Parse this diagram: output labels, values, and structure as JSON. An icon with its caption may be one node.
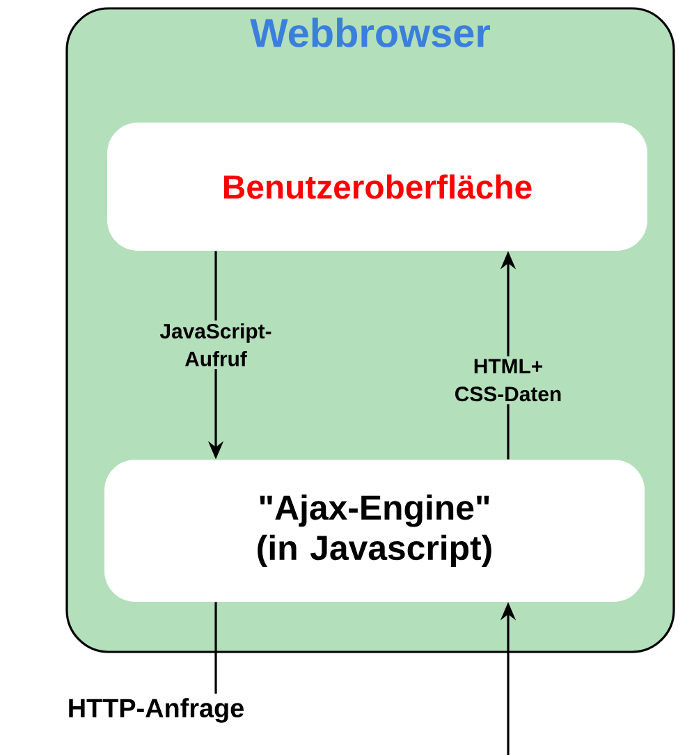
{
  "diagram": {
    "nodes": [
      {
        "text": [
          "Webbrowser"
        ]
      },
      {
        "text": [
          "Benutzeroberfläche"
        ],
        "in": 0
      },
      {
        "text": [
          "\"Ajax-Engine\" (in Javascript)"
        ],
        "in": 0
      },
      {
        "text": [
          "HTTP-Anfrage"
        ]
      }
    ],
    "edges": [
      {
        "from": 1,
        "to": 2,
        "arrow": "to",
        "label": "JavaScript-Aufruf"
      },
      {
        "from": 2,
        "to": 1,
        "arrow": "to",
        "label": "HTML+ CSS-Daten"
      },
      {
        "from": 2,
        "to": 3,
        "arrow": "none"
      },
      {
        "from": null,
        "to": 2,
        "arrow": "to"
      }
    ]
  }
}
